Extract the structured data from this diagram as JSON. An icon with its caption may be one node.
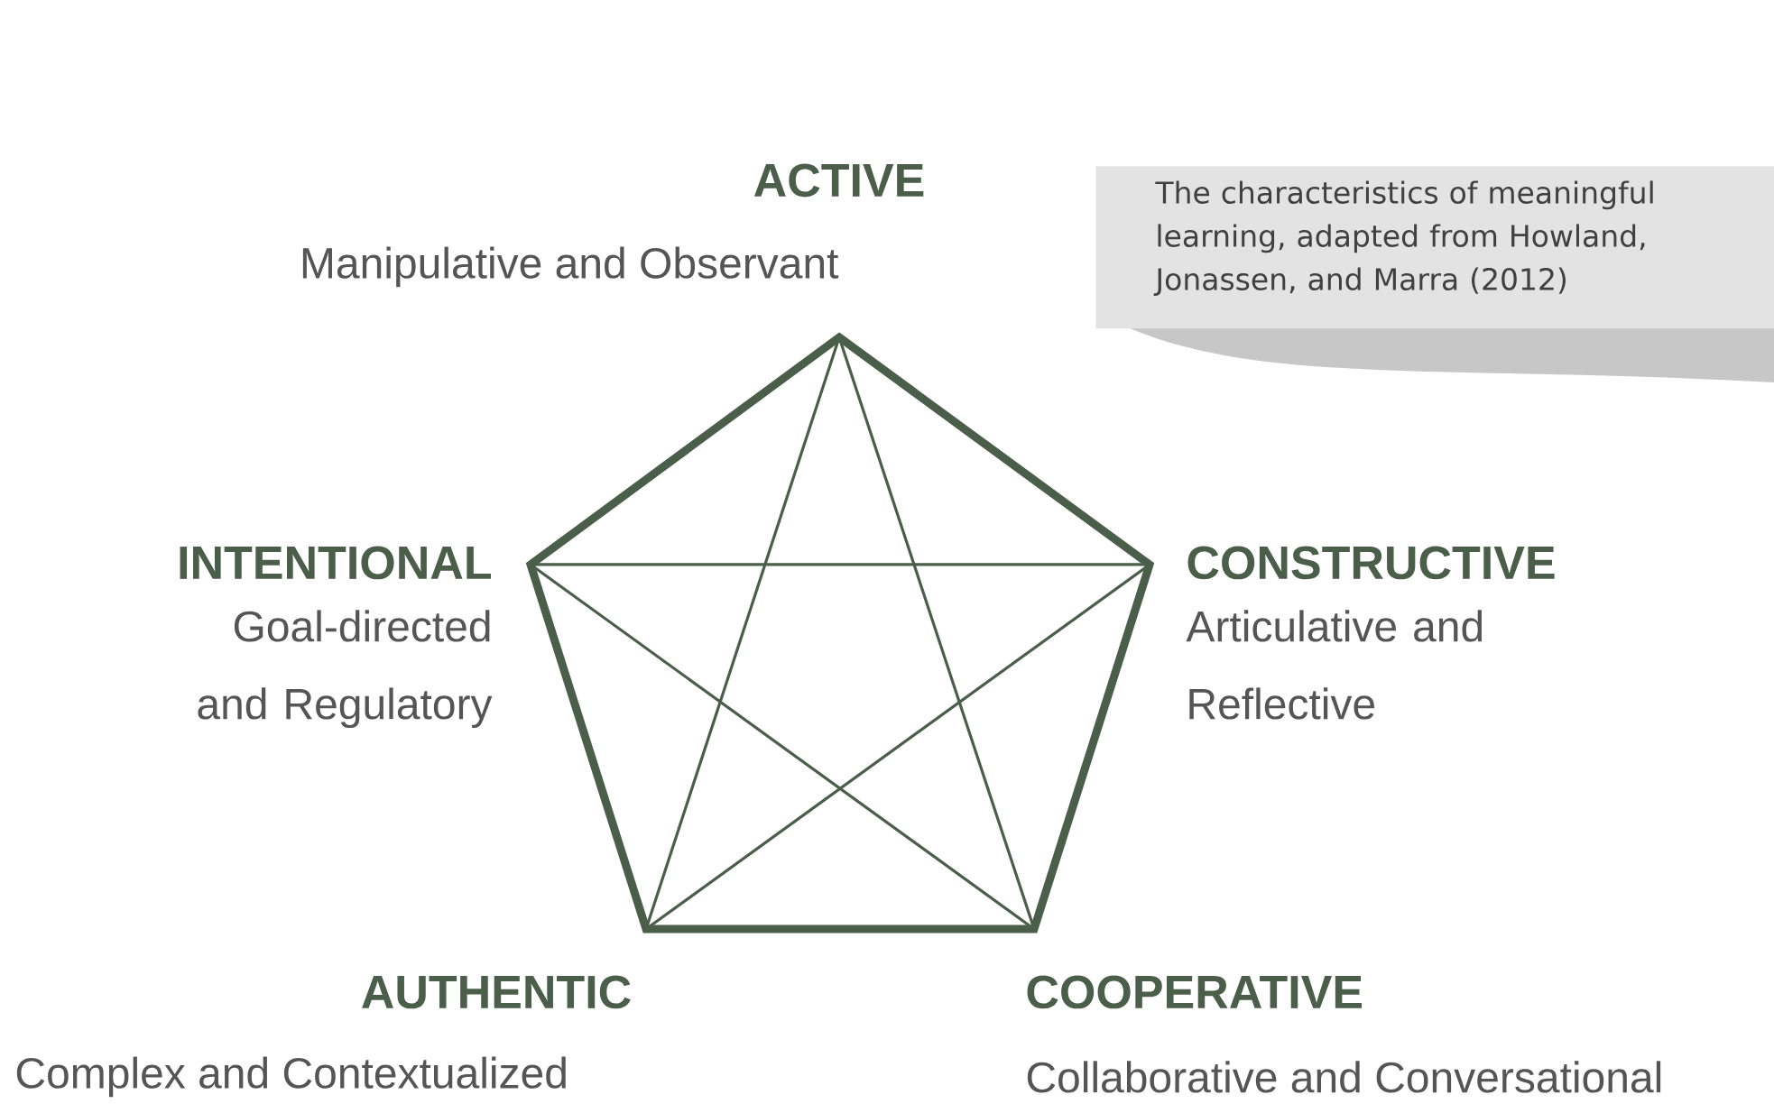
{
  "diagram": {
    "nodes": [
      {
        "text": [
          "The characteristics of meaningful learning, adapted from Howland, Jonassen, and Marra (2012)"
        ]
      }
    ],
    "labels": [
      "ACTIVE",
      "Manipulative and Observant",
      "INTENTIONAL",
      "Goal-directed and Regulatory",
      "CONSTRUCTIVE",
      "Articulative and Reflective",
      "AUTHENTIC",
      "Complex and Contextualized",
      "COOPERATIVE",
      "Collaborative and Conversational"
    ]
  }
}
